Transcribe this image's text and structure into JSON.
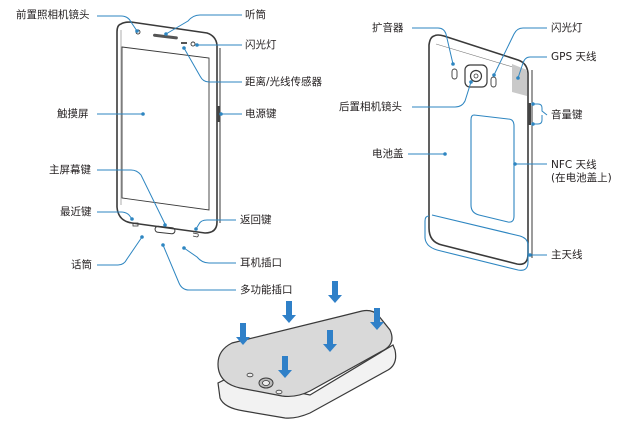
{
  "colors": {
    "leader": "#2e86c1",
    "arrow": "#2f80c8",
    "outline": "#3a3a3a",
    "shade": "#c9c9c9",
    "cover_fill": "#d9d9d9"
  },
  "front_view": {
    "labels": {
      "front_camera": "前置照相机镜头",
      "earpiece": "听筒",
      "flash": "闪光灯",
      "proximity_light_sensor": "距离/光线传感器",
      "touchscreen": "触摸屏",
      "power_key": "电源键",
      "home_key": "主屏幕键",
      "recent_key": "最近键",
      "back_key": "返回键",
      "microphone": "话筒",
      "earphone_jack": "耳机插口",
      "multipurpose_jack": "多功能插口"
    }
  },
  "back_view": {
    "labels": {
      "speaker": "扩音器",
      "flash": "闪光灯",
      "gps_antenna": "GPS 天线",
      "rear_camera": "后置相机镜头",
      "volume_key": "音量键",
      "back_cover": "电池盖",
      "nfc_antenna": "NFC 天线\n(在电池盖上)",
      "main_antenna": "主天线"
    }
  },
  "cover_install": {
    "arrow_icons": [
      "down-arrow-icon",
      "down-arrow-icon",
      "down-arrow-icon",
      "down-arrow-icon",
      "down-arrow-icon",
      "down-arrow-icon"
    ]
  }
}
